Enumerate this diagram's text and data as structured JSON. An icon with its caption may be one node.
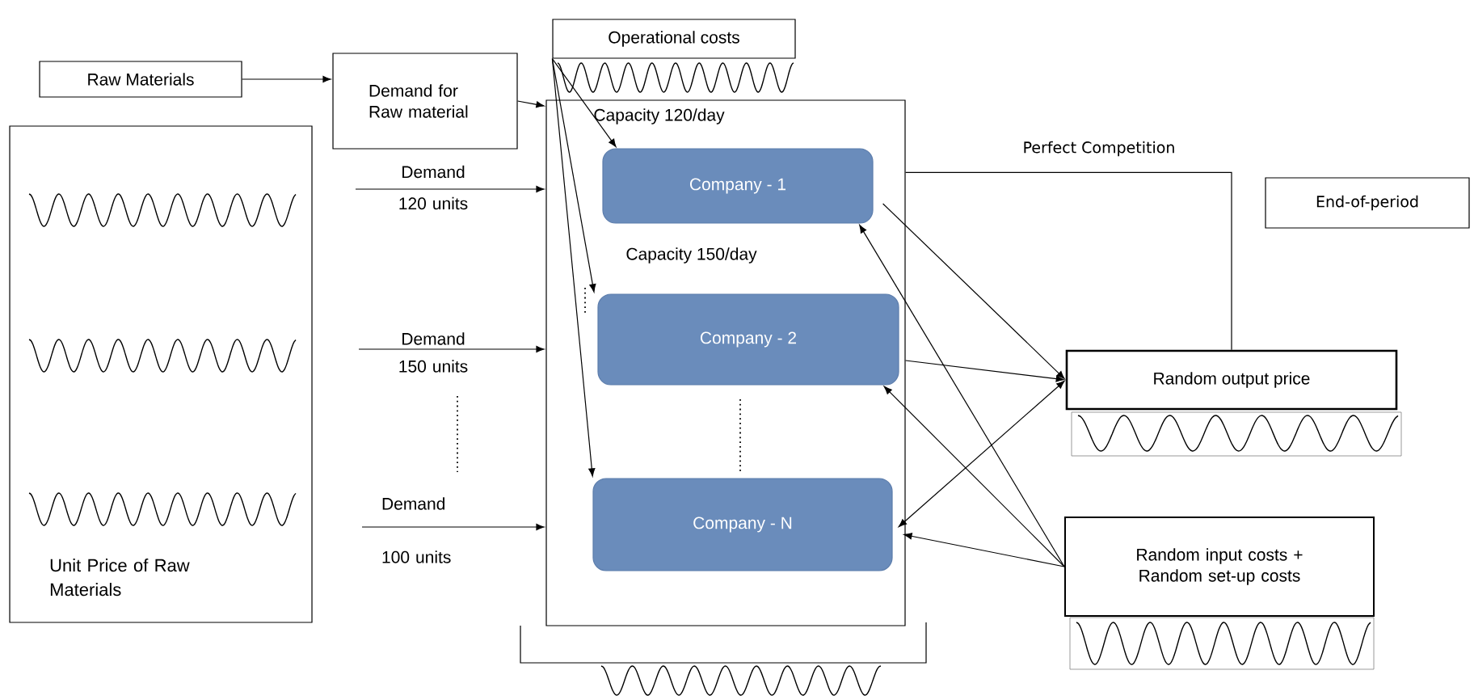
{
  "diagram": {
    "nodes": [
      {
        "text": [
          "Raw Materials"
        ]
      },
      {
        "text": [
          "Demand for Raw material"
        ]
      },
      {
        "text": [
          "Operational costs"
        ]
      },
      {
        "text": [
          "Unit Price of Raw Materials"
        ]
      },
      {
        "text": [],
        "shape": "box"
      },
      {
        "text": [
          "Company - 1"
        ],
        "in": 4
      },
      {
        "text": [
          "Company - 2"
        ],
        "in": 4
      },
      {
        "text": [
          "Company - N"
        ],
        "in": 4
      },
      {
        "text": [
          "End-of-period"
        ]
      },
      {
        "text": [
          "Random output price"
        ]
      },
      {
        "text": [
          "Random input costs + Random set-up costs"
        ]
      }
    ],
    "edges": [
      {
        "from": 0,
        "to": 1,
        "arrow": "to"
      },
      {
        "from": 1,
        "to": 4,
        "arrow": "to"
      },
      {
        "from": 2,
        "to": 5,
        "arrow": "to"
      },
      {
        "from": 2,
        "to": 6,
        "arrow": "to"
      },
      {
        "from": 2,
        "to": 7,
        "arrow": "to"
      },
      {
        "from": null,
        "to": 4,
        "arrow": "to",
        "label": "Demand 120 units"
      },
      {
        "from": null,
        "to": 4,
        "arrow": "to",
        "label": "Demand 150 units"
      },
      {
        "from": null,
        "to": 4,
        "arrow": "to",
        "label": "Demand 100 units"
      },
      {
        "from": 4,
        "to": 9,
        "arrow": "none",
        "label": "Perfect Competition"
      },
      {
        "from": 5,
        "to": 9,
        "arrow": "to"
      },
      {
        "from": 6,
        "to": 9,
        "arrow": "to"
      },
      {
        "from": 7,
        "to": 9,
        "arrow": "both"
      },
      {
        "from": 10,
        "to": 5,
        "arrow": "to"
      },
      {
        "from": 10,
        "to": 6,
        "arrow": "to"
      },
      {
        "from": 10,
        "to": 7,
        "arrow": "to"
      }
    ],
    "labels": [
      "Capacity 120/day",
      "Capacity 150/day"
    ]
  }
}
